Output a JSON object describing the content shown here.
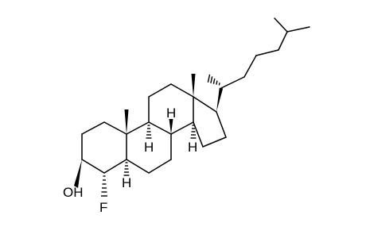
{
  "molecule": {
    "labels": {
      "oh": "OH",
      "f": "F",
      "h8": "H",
      "h9": "H",
      "h14": "H",
      "h5": "H"
    },
    "colors": {
      "bond": "#000000",
      "background": "#ffffff"
    }
  }
}
